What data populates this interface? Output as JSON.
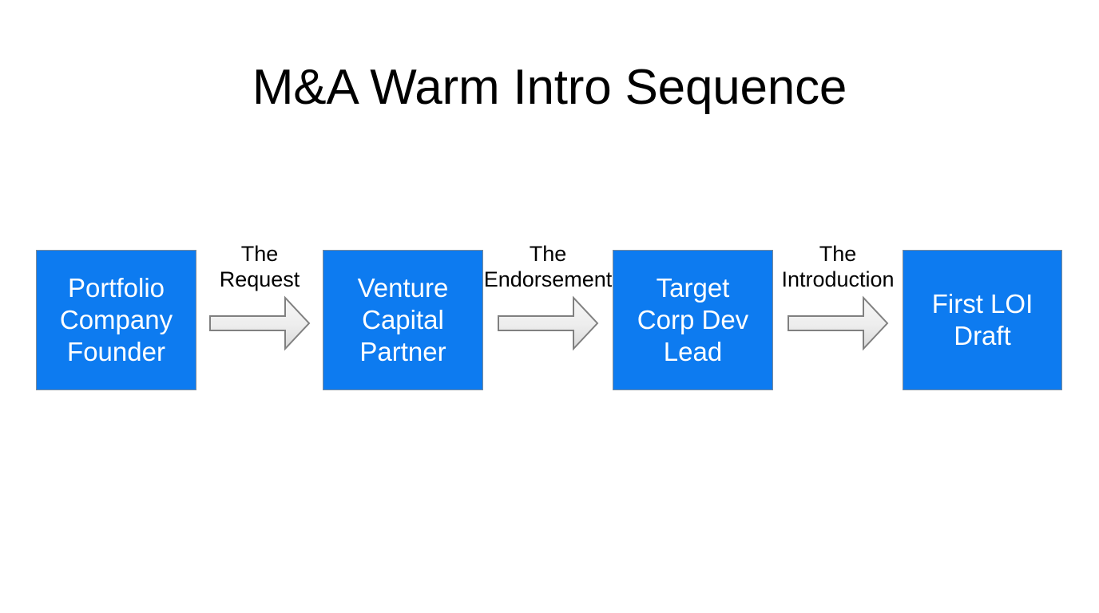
{
  "slide": {
    "title": "M&A Warm Intro Sequence",
    "background_color": "#ffffff"
  },
  "theme": {
    "node_fill": "#0d7bf0",
    "node_border": "#7f8c99",
    "node_text": "#ffffff",
    "arrow_fill_top": "#f4f4f4",
    "arrow_fill_bottom": "#dcdcdc",
    "arrow_border": "#7f7f7f",
    "label_text": "#000000"
  },
  "diagram": {
    "type": "linear-process-flow",
    "direction": "left-to-right",
    "nodes": [
      {
        "id": "node-0",
        "label": "Portfolio\nCompany\nFounder"
      },
      {
        "id": "node-1",
        "label": "Venture\nCapital\nPartner"
      },
      {
        "id": "node-2",
        "label": "Target\nCorp Dev\nLead"
      },
      {
        "id": "node-3",
        "label": "First LOI\nDraft"
      }
    ],
    "connectors": [
      {
        "id": "connector-0",
        "label": "The\nRequest",
        "from": "node-0",
        "to": "node-1",
        "icon": "right-block-arrow"
      },
      {
        "id": "connector-1",
        "label": "The\nEndorsement",
        "from": "node-1",
        "to": "node-2",
        "icon": "right-block-arrow"
      },
      {
        "id": "connector-2",
        "label": "The\nIntroduction",
        "from": "node-2",
        "to": "node-3",
        "icon": "right-block-arrow"
      }
    ]
  }
}
